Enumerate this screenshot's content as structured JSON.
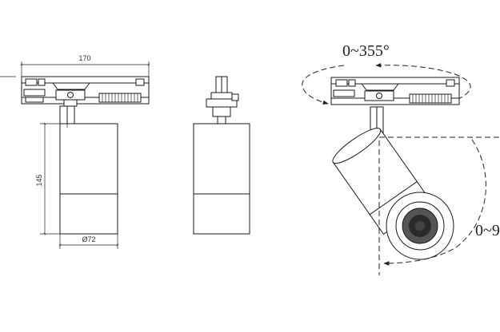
{
  "dimensions": {
    "width_label": "170",
    "height_label": "145",
    "diameter_label": "Ø72"
  },
  "angles": {
    "rotation_label": "0~355°",
    "tilt_label": "0~9"
  }
}
